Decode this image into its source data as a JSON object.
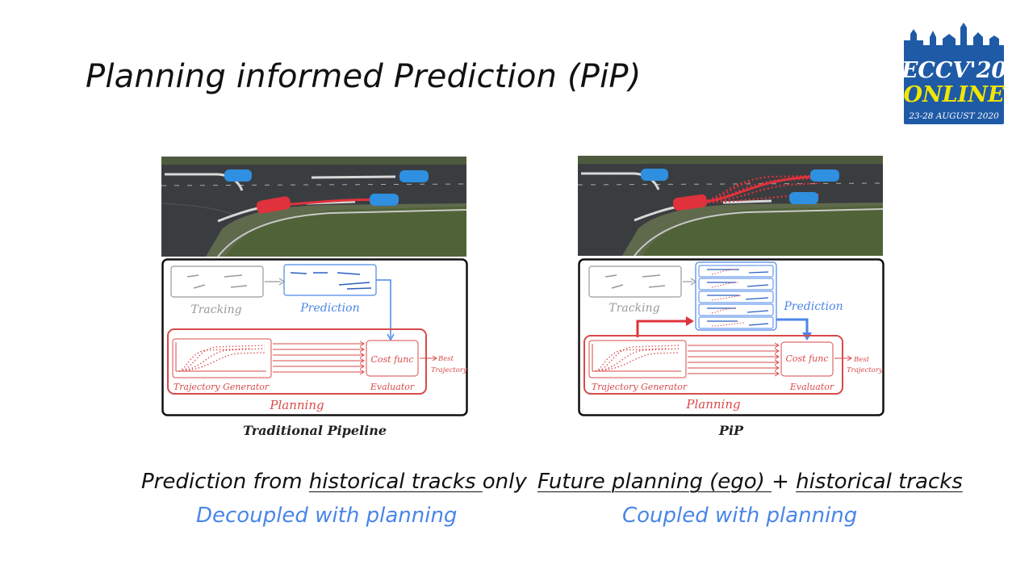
{
  "slide": {
    "title": "Planning informed Prediction (PiP)"
  },
  "logo": {
    "name": "ECCV'20",
    "subtitle": "ONLINE",
    "dates": "23-28 AUGUST 2020"
  },
  "left_panel": {
    "caption": "Traditional Pipeline",
    "tracking_label": "Tracking",
    "prediction_label": "Prediction",
    "planning_label": "Planning",
    "trajectory_generator_label": "Trajectory Generator",
    "evaluator_label": "Evaluator",
    "cost_func_label": "Cost func",
    "best_label_1": "Best",
    "best_label_2": "Trajectory",
    "statement_plain_1": "Prediction from ",
    "statement_underlined": "historical tracks ",
    "statement_plain_2": "only",
    "subtitle": "Decoupled with planning"
  },
  "right_panel": {
    "caption": "PiP",
    "tracking_label": "Tracking",
    "prediction_label": "Prediction",
    "planning_label": "Planning",
    "trajectory_generator_label": "Trajectory Generator",
    "evaluator_label": "Evaluator",
    "cost_func_label": "Cost func",
    "best_label_1": "Best",
    "best_label_2": "Trajectory",
    "statement_underlined_1": "Future planning (ego) ",
    "statement_plus": "+ ",
    "statement_underlined_2": "historical tracks",
    "subtitle": "Coupled with planning"
  },
  "colors": {
    "accent_blue": "#4a86e8",
    "planning_red": "#d94a4a",
    "tracking_gray": "#999999",
    "car_blue": "#2f8fe0",
    "car_red": "#e0323c"
  }
}
